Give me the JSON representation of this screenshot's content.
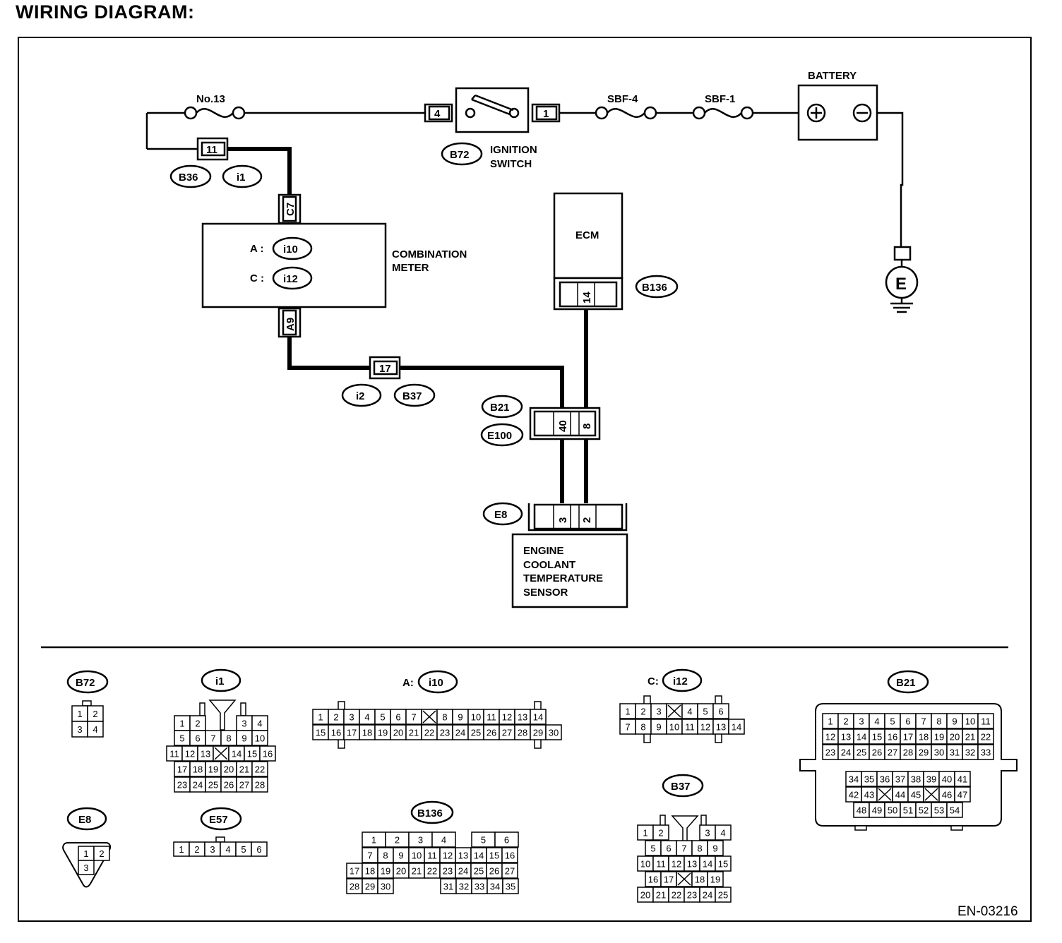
{
  "title": "WIRING DIAGRAM:",
  "doc_code": "EN-03216",
  "labels": {
    "battery": "BATTERY",
    "fuse_no13": "No.13",
    "sbf4": "SBF-4",
    "sbf1": "SBF-1",
    "ignition_switch_1": "IGNITION",
    "ignition_switch_2": "SWITCH",
    "combination_meter_1": "COMBINATION",
    "combination_meter_2": "METER",
    "ecm": "ECM",
    "sensor_1": "ENGINE",
    "sensor_2": "COOLANT",
    "sensor_3": "TEMPERATURE",
    "sensor_4": "SENSOR",
    "ground": "E",
    "meter_a": "A :",
    "meter_c": "C :",
    "pos": "+",
    "neg": "−"
  },
  "connectors": {
    "b72": "B72",
    "b36": "B36",
    "i1": "i1",
    "i10": "i10",
    "i12": "i12",
    "b136": "B136",
    "i2": "i2",
    "b37": "B37",
    "b21": "B21",
    "e100": "E100",
    "e8": "E8",
    "e57": "E57",
    "a_prefix": "A:",
    "c_prefix": "C:"
  },
  "pins": {
    "ign_in": "4",
    "ign_out": "1",
    "p11": "11",
    "c7": "C7",
    "a9": "A9",
    "p17": "17",
    "p14": "14",
    "p40": "40",
    "p8": "8",
    "p3": "3",
    "p2": "2"
  },
  "connector_faces": {
    "b72": [
      [
        "1",
        "2"
      ],
      [
        "3",
        "4"
      ]
    ],
    "i1": [
      [
        "1",
        "2",
        "3",
        "4"
      ],
      [
        "5",
        "6",
        "7",
        "8",
        "9",
        "10"
      ],
      [
        "11",
        "12",
        "13",
        "X",
        "14",
        "15",
        "16"
      ],
      [
        "17",
        "18",
        "19",
        "20",
        "21",
        "22"
      ],
      [
        "23",
        "24",
        "25",
        "26",
        "27",
        "28"
      ]
    ],
    "e8": [
      [
        "1",
        "2"
      ],
      [
        "3"
      ]
    ],
    "e57": [
      [
        "1",
        "2",
        "3",
        "4",
        "5",
        "6"
      ]
    ],
    "i10": [
      [
        "1",
        "2",
        "3",
        "4",
        "5",
        "6",
        "7",
        "X",
        "8",
        "9",
        "10",
        "11",
        "12",
        "13",
        "14"
      ],
      [
        "15",
        "16",
        "17",
        "18",
        "19",
        "20",
        "21",
        "22",
        "23",
        "24",
        "25",
        "26",
        "27",
        "28",
        "29",
        "30"
      ]
    ],
    "b136": [
      [
        "1",
        "2",
        "3",
        "4",
        "5",
        "6"
      ],
      [
        "7",
        "8",
        "9",
        "10",
        "11",
        "12",
        "13",
        "14",
        "15",
        "16"
      ],
      [
        "17",
        "18",
        "19",
        "20",
        "21",
        "22",
        "23",
        "24",
        "25",
        "26",
        "27"
      ],
      [
        "28",
        "29",
        "30",
        "31",
        "32",
        "33",
        "34",
        "35"
      ]
    ],
    "i12": [
      [
        "1",
        "2",
        "3",
        "X",
        "4",
        "5",
        "6"
      ],
      [
        "7",
        "8",
        "9",
        "10",
        "11",
        "12",
        "13",
        "14"
      ]
    ],
    "b37": [
      [
        "1",
        "2",
        "3",
        "4"
      ],
      [
        "5",
        "6",
        "7",
        "8",
        "9"
      ],
      [
        "10",
        "11",
        "12",
        "13",
        "14",
        "15"
      ],
      [
        "16",
        "17",
        "X",
        "18",
        "19"
      ],
      [
        "20",
        "21",
        "22",
        "23",
        "24",
        "25"
      ]
    ],
    "b21": [
      [
        "1",
        "2",
        "3",
        "4",
        "5",
        "6",
        "7",
        "8",
        "9",
        "10",
        "11"
      ],
      [
        "12",
        "13",
        "14",
        "15",
        "16",
        "17",
        "18",
        "19",
        "20",
        "21",
        "22"
      ],
      [
        "23",
        "24",
        "25",
        "26",
        "27",
        "28",
        "29",
        "30",
        "31",
        "32",
        "33"
      ],
      [
        "34",
        "35",
        "36",
        "37",
        "38",
        "39",
        "40",
        "41"
      ],
      [
        "42",
        "43",
        "X",
        "44",
        "45",
        "X",
        "46",
        "47"
      ],
      [
        "48",
        "49",
        "50",
        "51",
        "52",
        "53",
        "54"
      ]
    ]
  }
}
